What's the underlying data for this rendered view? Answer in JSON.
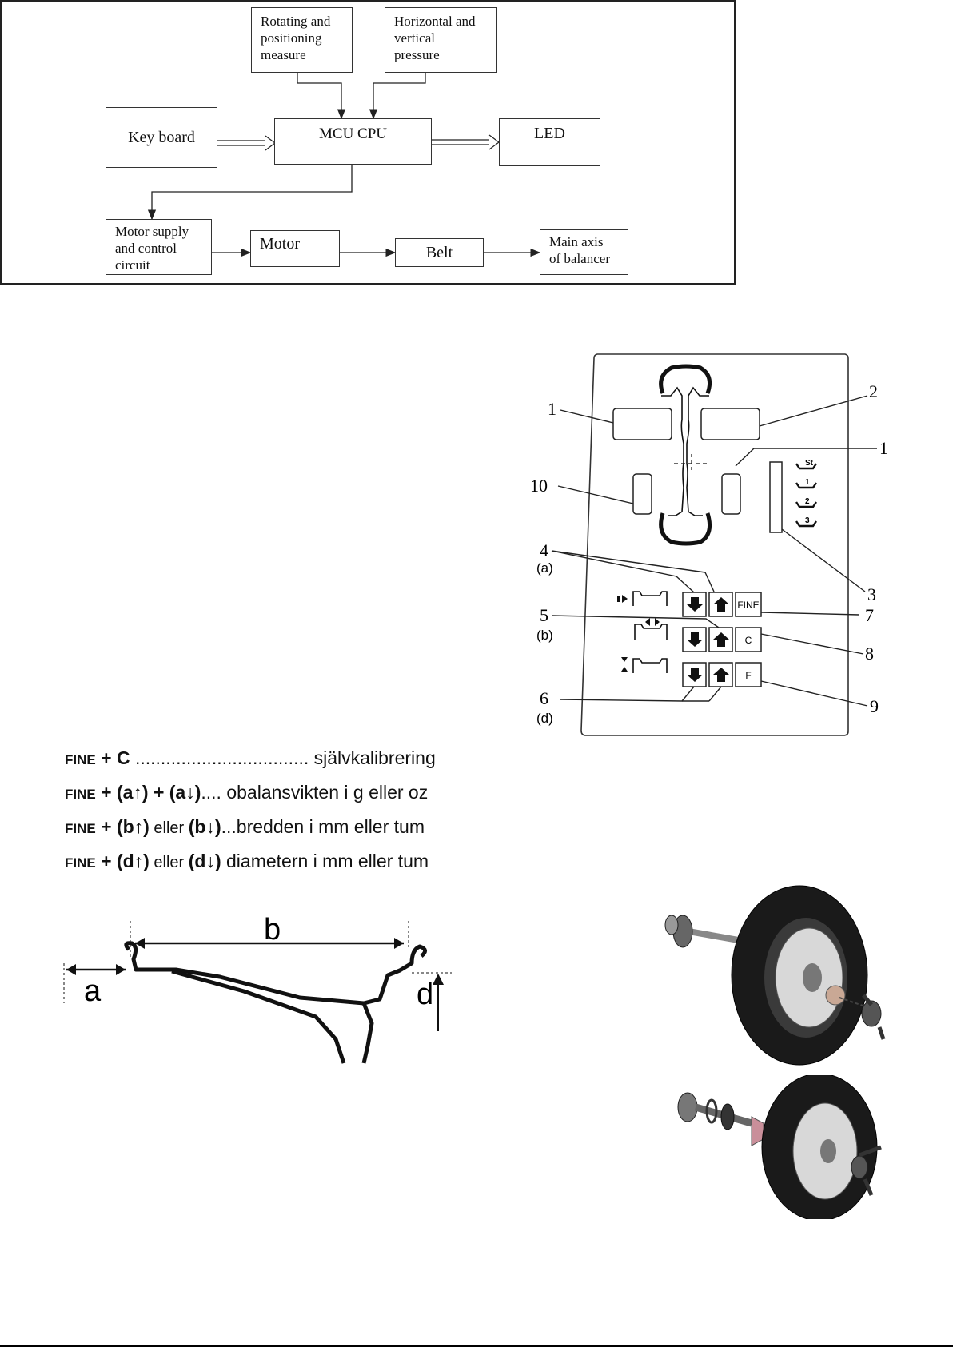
{
  "diagram": {
    "boxes": {
      "rotating": "Rotating and\npositioning\nmeasure",
      "horizontal": "Horizontal and\nvertical\npressure",
      "keyboard": "Key board",
      "mcu": "MCU CPU",
      "led": "LED",
      "motor_supply": "Motor supply\nand control\ncircuit",
      "motor": "Motor",
      "belt": "Belt",
      "main_axis": "Main axis\nof balancer"
    }
  },
  "panel": {
    "numbers": [
      "1",
      "2",
      "1",
      "10",
      "3",
      "4",
      "5",
      "6",
      "7",
      "8",
      "9"
    ],
    "subs": [
      "(a)",
      "(b)",
      "(d)"
    ],
    "keys": {
      "fine": "FINE",
      "c": "C",
      "f": "F"
    },
    "mode_labels": [
      "St",
      "1",
      "2",
      "3"
    ]
  },
  "combos": [
    {
      "fine": "FINE",
      "plus": " + ",
      "keys": "C",
      "rest": " .................................. självkalibrering"
    },
    {
      "fine": "FINE",
      "plus": " + ",
      "keys": "(a↑) + (a↓)",
      "rest": ".... obalansvikten i g eller oz"
    },
    {
      "fine": "FINE",
      "plus": " + ",
      "keys": "(b↑)",
      "mid": " eller ",
      "keys2": "(b↓)",
      "rest": "...bredden i mm eller tum"
    },
    {
      "fine": "FINE",
      "plus": " + ",
      "keys": "(d↑)",
      "mid": " eller ",
      "keys2": "(d↓)",
      "rest": " diametern i mm eller tum"
    }
  ],
  "rim": {
    "a": "a",
    "b": "b",
    "d": "d"
  }
}
